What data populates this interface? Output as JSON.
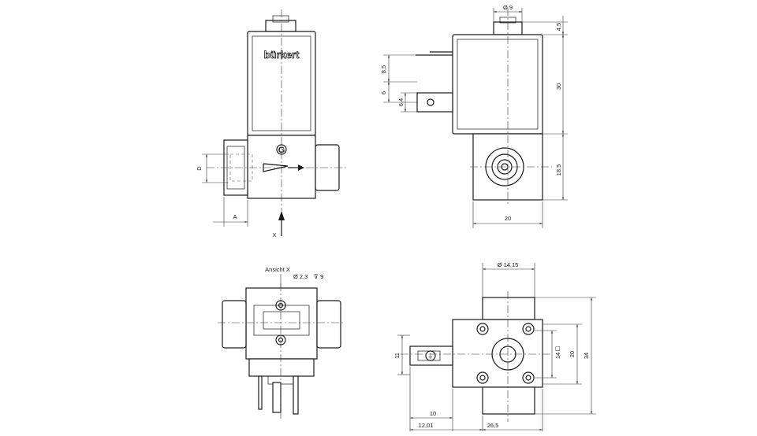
{
  "brand": {
    "logo_text": "bürkert"
  },
  "front_view": {
    "port_letter": "G",
    "dimension_labels": {
      "port_diameter": "D",
      "port_depth": "A",
      "view_arrow": "X"
    }
  },
  "side_view": {
    "dimension_labels": {
      "cap_diameter": "Ø 9",
      "cap_height": "4,5",
      "coil_height": "30",
      "body_height": "18,5",
      "body_width": "20",
      "pin_spacing": "8,5",
      "pin_offset": "6",
      "tab_width": "6,4"
    }
  },
  "bottom_view": {
    "view_title": "Ansicht X",
    "hole_callout": "Ø 2,3",
    "hole_depth": "9"
  },
  "top_view": {
    "dimension_labels": {
      "bore_diameter": "Ø 14,15",
      "square": "14",
      "hole_spacing": "20",
      "overall_height": "34",
      "tab_height": "11",
      "tab_length": "10",
      "connector_offset": "12,01",
      "body_length": "26,5"
    },
    "square_symbol": "☐",
    "ground_symbol": "⏚"
  }
}
